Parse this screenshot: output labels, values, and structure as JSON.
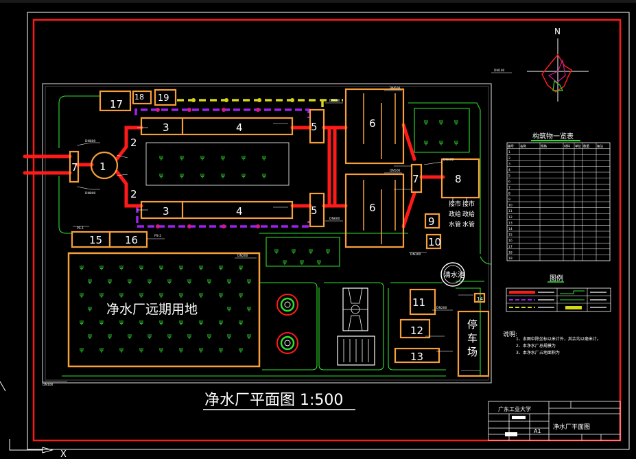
{
  "drawing": {
    "north_label": "N",
    "title": "净水厂平面图 1:500",
    "reserve_land_label": "净水厂远期用地",
    "parking_label": [
      "停",
      "车",
      "场"
    ],
    "clear_water_label": "清水池",
    "pipe_labels": [
      "接市政给水管",
      "接市政给水管"
    ],
    "pipe_label_lines": [
      [
        "接市",
        "政给",
        "水管"
      ],
      [
        "接市",
        "政给",
        "水管"
      ]
    ],
    "unit_numbers": {
      "u1": "1",
      "u2a": "2",
      "u2b": "2",
      "u3a": "3",
      "u3b": "3",
      "u4a": "4",
      "u4b": "4",
      "u5a": "5",
      "u5b": "5",
      "u6a": "6",
      "u6b": "6",
      "u7a": "7",
      "u7b": "7",
      "u8": "8",
      "u9": "9",
      "u10": "10",
      "u11": "11",
      "u12": "12",
      "u13": "13",
      "u14": "14",
      "u15": "15",
      "u16": "16",
      "u17": "17",
      "u18": "18",
      "u19": "19"
    }
  },
  "structures_table": {
    "title": "构筑物一览表",
    "headers": [
      "编号",
      "名称",
      "规格",
      "材料",
      "单位",
      "数量",
      "备注"
    ],
    "rows": [
      [
        "1",
        "",
        "",
        "",
        "",
        "",
        ""
      ],
      [
        "2",
        "",
        "",
        "",
        "",
        "",
        ""
      ],
      [
        "3",
        "",
        "",
        "",
        "",
        "",
        ""
      ],
      [
        "4",
        "",
        "",
        "",
        "",
        "",
        ""
      ],
      [
        "5",
        "",
        "",
        "",
        "",
        "",
        ""
      ],
      [
        "6",
        "",
        "",
        "",
        "",
        "",
        ""
      ],
      [
        "7",
        "",
        "",
        "",
        "",
        "",
        ""
      ],
      [
        "8",
        "",
        "",
        "",
        "",
        "",
        ""
      ],
      [
        "9",
        "",
        "",
        "",
        "",
        "",
        ""
      ],
      [
        "10",
        "",
        "",
        "",
        "",
        "",
        ""
      ],
      [
        "11",
        "",
        "",
        "",
        "",
        "",
        ""
      ],
      [
        "12",
        "",
        "",
        "",
        "",
        "",
        ""
      ],
      [
        "13",
        "",
        "",
        "",
        "",
        "",
        ""
      ],
      [
        "14",
        "",
        "",
        "",
        "",
        "",
        ""
      ],
      [
        "15",
        "",
        "",
        "",
        "",
        "",
        ""
      ],
      [
        "16",
        "",
        "",
        "",
        "",
        "",
        ""
      ],
      [
        "17",
        "",
        "",
        "",
        "",
        "",
        ""
      ],
      [
        "18",
        "",
        "",
        "",
        "",
        "",
        ""
      ],
      [
        "19",
        "",
        "",
        "",
        "",
        "",
        ""
      ]
    ]
  },
  "legend": {
    "title": "图例"
  },
  "notes": {
    "label": "说明:",
    "items": [
      "1、本图中除坐标以米计外，其余均以毫米计。",
      "2、本净水厂总规模为",
      "3、本净水厂占地面积为"
    ]
  },
  "title_block": {
    "school": "广东工业大学",
    "drawing_name": "净水厂平面图",
    "sheet_size": "A1"
  },
  "axis": {
    "x_label": "X"
  },
  "colors": {
    "frame": "#ff1a1a",
    "structure": "#f7a03a",
    "road": "#2fe02f",
    "pipe_red": "#ff1a1a",
    "pipe_purple": "#a020f0",
    "pipe_yellow": "#d6d61a",
    "table_line": "#ffffff"
  }
}
